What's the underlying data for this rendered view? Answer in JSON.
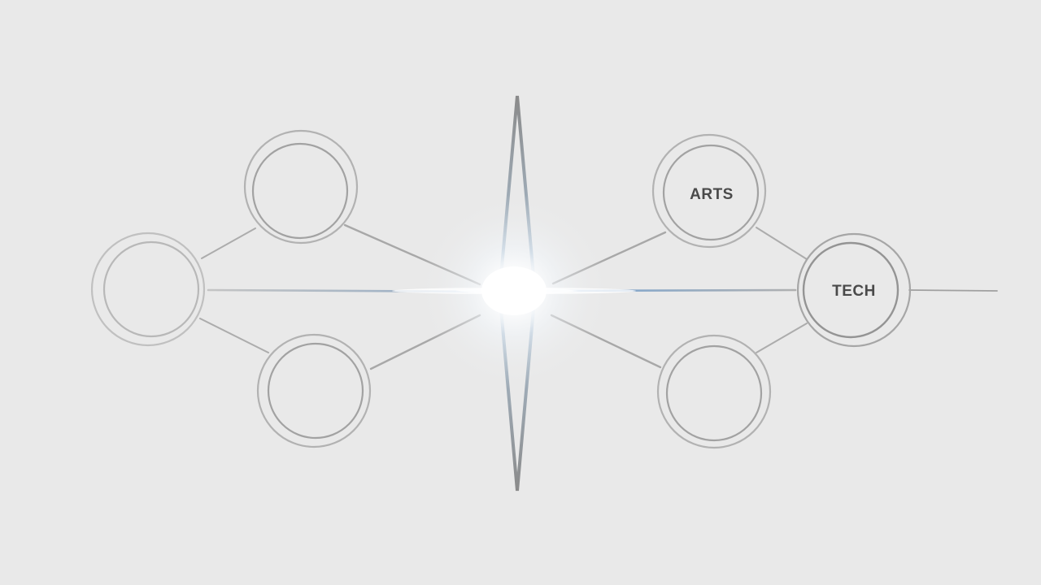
{
  "diagram": {
    "background_color": "#e9e9e9",
    "line_color": "#a8a8a8",
    "ring_color": "#b4b4b4",
    "glow_color": "#7fa9d6",
    "nodes": [
      {
        "id": "left-top",
        "label": ""
      },
      {
        "id": "left-middle",
        "label": ""
      },
      {
        "id": "left-bottom",
        "label": ""
      },
      {
        "id": "right-top",
        "label": "ARTS"
      },
      {
        "id": "right-middle",
        "label": "TECH"
      },
      {
        "id": "right-bottom",
        "label": ""
      }
    ]
  }
}
